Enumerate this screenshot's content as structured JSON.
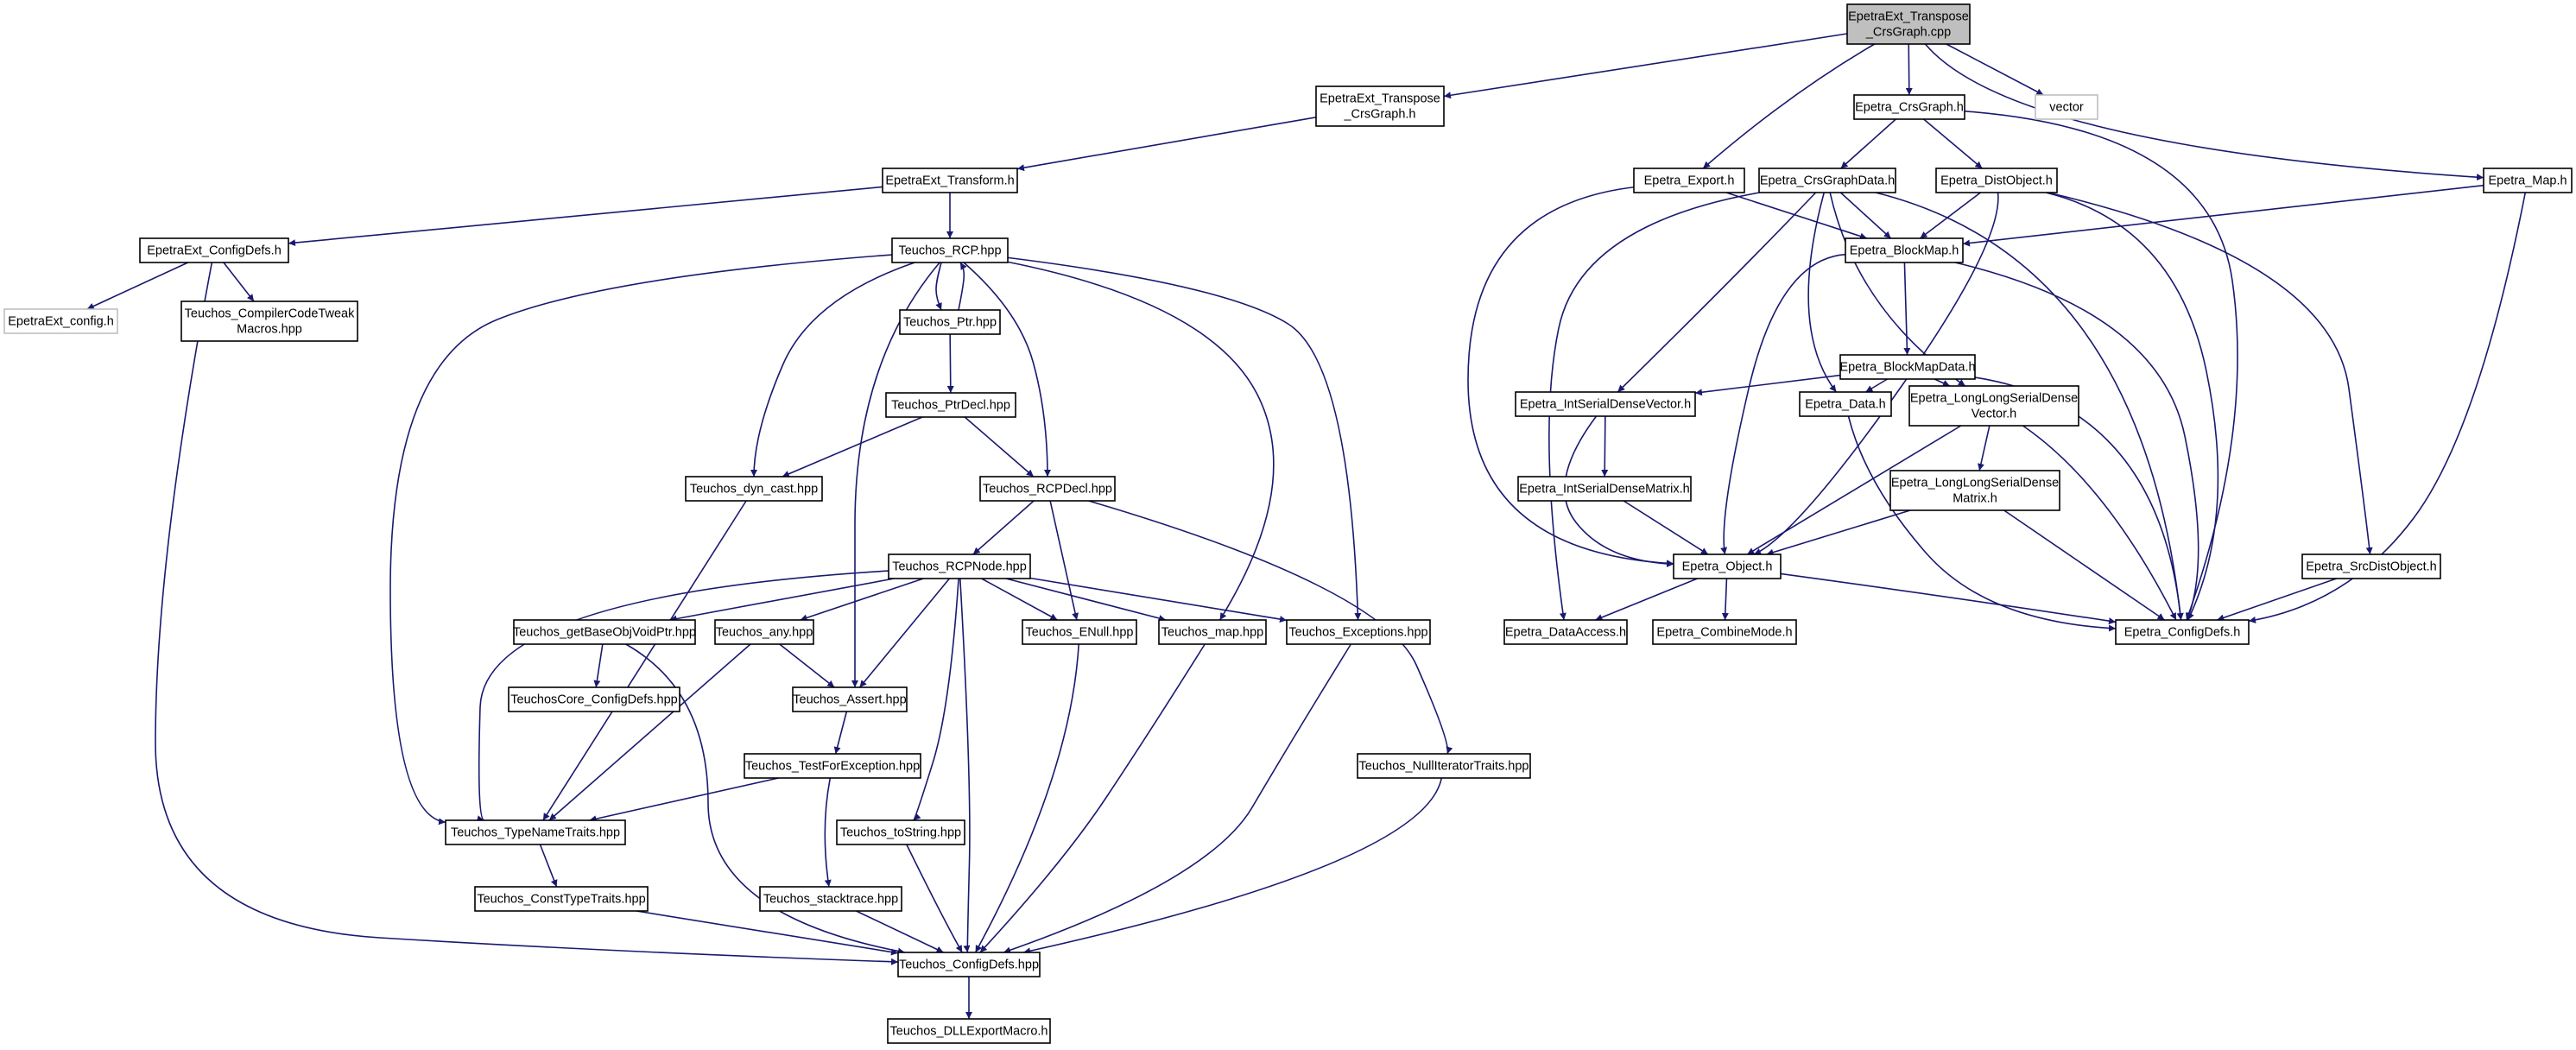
{
  "diagram": {
    "type": "include-dependency-graph",
    "colors": {
      "edge": "#191970",
      "node_border": "#000000",
      "root_fill": "#bfbfbf",
      "external_border": "#bfbfbf",
      "background": "#ffffff"
    },
    "nodes": [
      {
        "id": "root",
        "lines": [
          "EpetraExt_Transpose",
          "_CrsGraph.cpp"
        ],
        "style": "root"
      },
      {
        "id": "ext_transpose_h",
        "lines": [
          "EpetraExt_Transpose",
          "_CrsGraph.h"
        ]
      },
      {
        "id": "ext_transform",
        "lines": [
          "EpetraExt_Transform.h"
        ]
      },
      {
        "id": "ext_configdefs",
        "lines": [
          "EpetraExt_ConfigDefs.h"
        ]
      },
      {
        "id": "ext_config",
        "lines": [
          "EpetraExt_config.h"
        ],
        "style": "external"
      },
      {
        "id": "t_compiler",
        "lines": [
          "Teuchos_CompilerCodeTweak",
          "Macros.hpp"
        ]
      },
      {
        "id": "t_rcp",
        "lines": [
          "Teuchos_RCP.hpp"
        ]
      },
      {
        "id": "t_ptr",
        "lines": [
          "Teuchos_Ptr.hpp"
        ]
      },
      {
        "id": "t_ptrdecl",
        "lines": [
          "Teuchos_PtrDecl.hpp"
        ]
      },
      {
        "id": "t_dyncast",
        "lines": [
          "Teuchos_dyn_cast.hpp"
        ]
      },
      {
        "id": "t_rcpdecl",
        "lines": [
          "Teuchos_RCPDecl.hpp"
        ]
      },
      {
        "id": "t_rcpnode",
        "lines": [
          "Teuchos_RCPNode.hpp"
        ]
      },
      {
        "id": "t_getbase",
        "lines": [
          "Teuchos_getBaseObjVoidPtr.hpp"
        ]
      },
      {
        "id": "t_any",
        "lines": [
          "Teuchos_any.hpp"
        ]
      },
      {
        "id": "t_enull",
        "lines": [
          "Teuchos_ENull.hpp"
        ]
      },
      {
        "id": "t_map",
        "lines": [
          "Teuchos_map.hpp"
        ]
      },
      {
        "id": "t_exceptions",
        "lines": [
          "Teuchos_Exceptions.hpp"
        ]
      },
      {
        "id": "t_coreconfig",
        "lines": [
          "TeuchosCore_ConfigDefs.hpp"
        ]
      },
      {
        "id": "t_assert",
        "lines": [
          "Teuchos_Assert.hpp"
        ]
      },
      {
        "id": "t_testforexc",
        "lines": [
          "Teuchos_TestForException.hpp"
        ]
      },
      {
        "id": "t_nulliter",
        "lines": [
          "Teuchos_NullIteratorTraits.hpp"
        ]
      },
      {
        "id": "t_typename",
        "lines": [
          "Teuchos_TypeNameTraits.hpp"
        ]
      },
      {
        "id": "t_tostring",
        "lines": [
          "Teuchos_toString.hpp"
        ]
      },
      {
        "id": "t_consttype",
        "lines": [
          "Teuchos_ConstTypeTraits.hpp"
        ]
      },
      {
        "id": "t_stacktrace",
        "lines": [
          "Teuchos_stacktrace.hpp"
        ]
      },
      {
        "id": "t_configdefs",
        "lines": [
          "Teuchos_ConfigDefs.hpp"
        ]
      },
      {
        "id": "t_dllexport",
        "lines": [
          "Teuchos_DLLExportMacro.h"
        ]
      },
      {
        "id": "e_crsgraph",
        "lines": [
          "Epetra_CrsGraph.h"
        ]
      },
      {
        "id": "vector",
        "lines": [
          "vector"
        ],
        "style": "external"
      },
      {
        "id": "e_export",
        "lines": [
          "Epetra_Export.h"
        ]
      },
      {
        "id": "e_crsgraphdata",
        "lines": [
          "Epetra_CrsGraphData.h"
        ]
      },
      {
        "id": "e_distobject",
        "lines": [
          "Epetra_DistObject.h"
        ]
      },
      {
        "id": "e_map",
        "lines": [
          "Epetra_Map.h"
        ]
      },
      {
        "id": "e_blockmap",
        "lines": [
          "Epetra_BlockMap.h"
        ]
      },
      {
        "id": "e_blockmapdata",
        "lines": [
          "Epetra_BlockMapData.h"
        ]
      },
      {
        "id": "e_intvec",
        "lines": [
          "Epetra_IntSerialDenseVector.h"
        ]
      },
      {
        "id": "e_data",
        "lines": [
          "Epetra_Data.h"
        ]
      },
      {
        "id": "e_llvec",
        "lines": [
          "Epetra_LongLongSerialDense",
          "Vector.h"
        ]
      },
      {
        "id": "e_intmat",
        "lines": [
          "Epetra_IntSerialDenseMatrix.h"
        ]
      },
      {
        "id": "e_llmat",
        "lines": [
          "Epetra_LongLongSerialDense",
          "Matrix.h"
        ]
      },
      {
        "id": "e_object",
        "lines": [
          "Epetra_Object.h"
        ]
      },
      {
        "id": "e_srcdist",
        "lines": [
          "Epetra_SrcDistObject.h"
        ]
      },
      {
        "id": "e_dataaccess",
        "lines": [
          "Epetra_DataAccess.h"
        ]
      },
      {
        "id": "e_combine",
        "lines": [
          "Epetra_CombineMode.h"
        ]
      },
      {
        "id": "e_configdefs",
        "lines": [
          "Epetra_ConfigDefs.h"
        ]
      }
    ],
    "edges": [
      [
        "root",
        "ext_transpose_h"
      ],
      [
        "root",
        "e_export"
      ],
      [
        "root",
        "e_crsgraph"
      ],
      [
        "root",
        "vector"
      ],
      [
        "root",
        "e_map"
      ],
      [
        "ext_transpose_h",
        "ext_transform"
      ],
      [
        "ext_transform",
        "ext_configdefs"
      ],
      [
        "ext_transform",
        "t_rcp"
      ],
      [
        "ext_configdefs",
        "ext_config"
      ],
      [
        "ext_configdefs",
        "t_compiler"
      ],
      [
        "ext_configdefs",
        "t_configdefs"
      ],
      [
        "t_rcp",
        "t_ptr"
      ],
      [
        "t_ptr",
        "t_rcp"
      ],
      [
        "t_rcp",
        "t_dyncast"
      ],
      [
        "t_rcp",
        "t_rcpdecl"
      ],
      [
        "t_rcp",
        "t_typename"
      ],
      [
        "t_rcp",
        "t_assert"
      ],
      [
        "t_rcp",
        "t_map"
      ],
      [
        "t_rcp",
        "t_exceptions"
      ],
      [
        "t_ptr",
        "t_ptrdecl"
      ],
      [
        "t_ptrdecl",
        "t_dyncast"
      ],
      [
        "t_ptrdecl",
        "t_rcpdecl"
      ],
      [
        "t_dyncast",
        "t_typename"
      ],
      [
        "t_rcpdecl",
        "t_rcpnode"
      ],
      [
        "t_rcpdecl",
        "t_enull"
      ],
      [
        "t_rcpdecl",
        "t_nulliter"
      ],
      [
        "t_rcpnode",
        "t_getbase"
      ],
      [
        "t_rcpnode",
        "t_any"
      ],
      [
        "t_rcpnode",
        "t_enull"
      ],
      [
        "t_rcpnode",
        "t_map"
      ],
      [
        "t_rcpnode",
        "t_exceptions"
      ],
      [
        "t_rcpnode",
        "t_assert"
      ],
      [
        "t_rcpnode",
        "t_typename"
      ],
      [
        "t_rcpnode",
        "t_tostring"
      ],
      [
        "t_rcpnode",
        "t_configdefs"
      ],
      [
        "t_getbase",
        "t_coreconfig"
      ],
      [
        "t_getbase",
        "t_configdefs"
      ],
      [
        "t_any",
        "t_assert"
      ],
      [
        "t_any",
        "t_typename"
      ],
      [
        "t_assert",
        "t_testforexc"
      ],
      [
        "t_testforexc",
        "t_typename"
      ],
      [
        "t_testforexc",
        "t_stacktrace"
      ],
      [
        "t_typename",
        "t_consttype"
      ],
      [
        "t_tostring",
        "t_configdefs"
      ],
      [
        "t_consttype",
        "t_configdefs"
      ],
      [
        "t_stacktrace",
        "t_configdefs"
      ],
      [
        "t_enull",
        "t_configdefs"
      ],
      [
        "t_map",
        "t_configdefs"
      ],
      [
        "t_exceptions",
        "t_configdefs"
      ],
      [
        "t_nulliter",
        "t_configdefs"
      ],
      [
        "t_configdefs",
        "t_dllexport"
      ],
      [
        "e_crsgraph",
        "e_crsgraphdata"
      ],
      [
        "e_crsgraph",
        "e_distobject"
      ],
      [
        "e_crsgraph",
        "e_configdefs"
      ],
      [
        "e_export",
        "e_blockmap"
      ],
      [
        "e_export",
        "e_object"
      ],
      [
        "e_crsgraphdata",
        "e_blockmap"
      ],
      [
        "e_crsgraphdata",
        "e_intvec"
      ],
      [
        "e_crsgraphdata",
        "e_data"
      ],
      [
        "e_crsgraphdata",
        "e_llvec"
      ],
      [
        "e_crsgraphdata",
        "e_dataaccess"
      ],
      [
        "e_crsgraphdata",
        "e_configdefs"
      ],
      [
        "e_distobject",
        "e_blockmap"
      ],
      [
        "e_distobject",
        "e_object"
      ],
      [
        "e_distobject",
        "e_srcdist"
      ],
      [
        "e_distobject",
        "e_configdefs"
      ],
      [
        "e_map",
        "e_blockmap"
      ],
      [
        "e_map",
        "e_configdefs"
      ],
      [
        "e_blockmap",
        "e_blockmapdata"
      ],
      [
        "e_blockmap",
        "e_object"
      ],
      [
        "e_blockmap",
        "e_configdefs"
      ],
      [
        "e_blockmapdata",
        "e_intvec"
      ],
      [
        "e_blockmapdata",
        "e_data"
      ],
      [
        "e_blockmapdata",
        "e_llvec"
      ],
      [
        "e_blockmapdata",
        "e_configdefs"
      ],
      [
        "e_intvec",
        "e_intmat"
      ],
      [
        "e_intvec",
        "e_object"
      ],
      [
        "e_llvec",
        "e_llmat"
      ],
      [
        "e_llvec",
        "e_object"
      ],
      [
        "e_llvec",
        "e_configdefs"
      ],
      [
        "e_intmat",
        "e_object"
      ],
      [
        "e_llmat",
        "e_object"
      ],
      [
        "e_llmat",
        "e_configdefs"
      ],
      [
        "e_data",
        "e_configdefs"
      ],
      [
        "e_srcdist",
        "e_configdefs"
      ],
      [
        "e_object",
        "e_dataaccess"
      ],
      [
        "e_object",
        "e_combine"
      ],
      [
        "e_object",
        "e_configdefs"
      ]
    ]
  }
}
